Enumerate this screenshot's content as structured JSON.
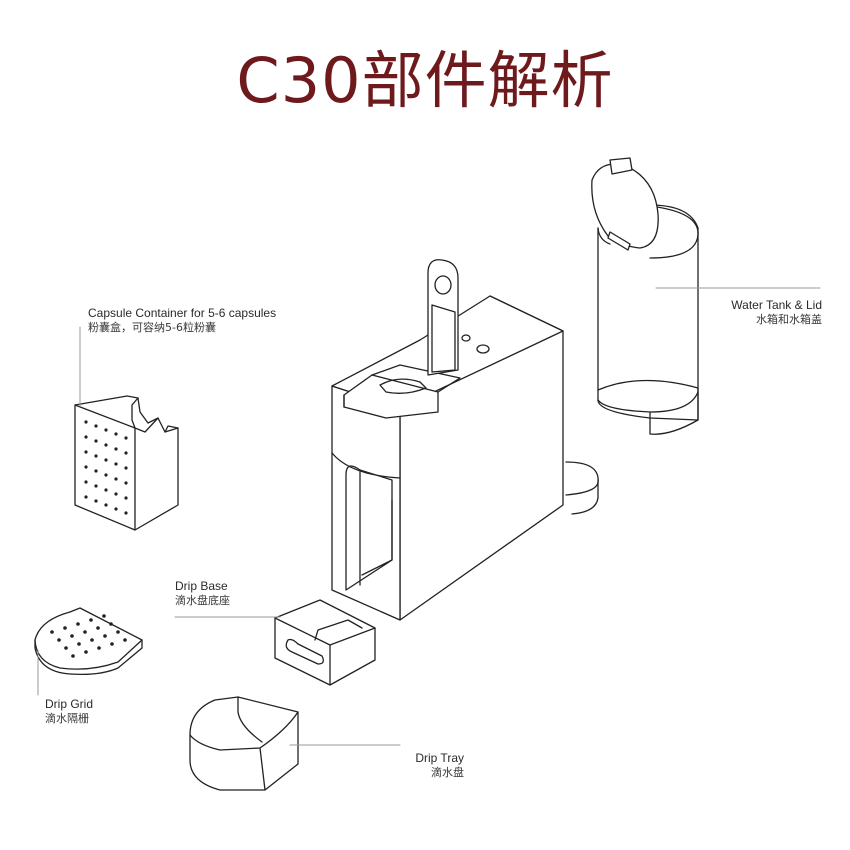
{
  "title": "C30部件解析",
  "labels": {
    "capsule_container": {
      "en": "Capsule Container for 5-6 capsules",
      "zh": "粉囊盒，可容纳5-6粒粉囊"
    },
    "water_tank": {
      "en": "Water Tank & Lid",
      "zh": "水箱和水箱盖"
    },
    "drip_base": {
      "en": "Drip Base",
      "zh": "滴水盘底座"
    },
    "drip_grid": {
      "en": "Drip Grid",
      "zh": "滴水隔栅"
    },
    "drip_tray": {
      "en": "Drip Tray",
      "zh": "滴水盘"
    }
  },
  "colors": {
    "title": "#6e1a1d",
    "line": "#222222",
    "leader": "#9a9a9a"
  }
}
